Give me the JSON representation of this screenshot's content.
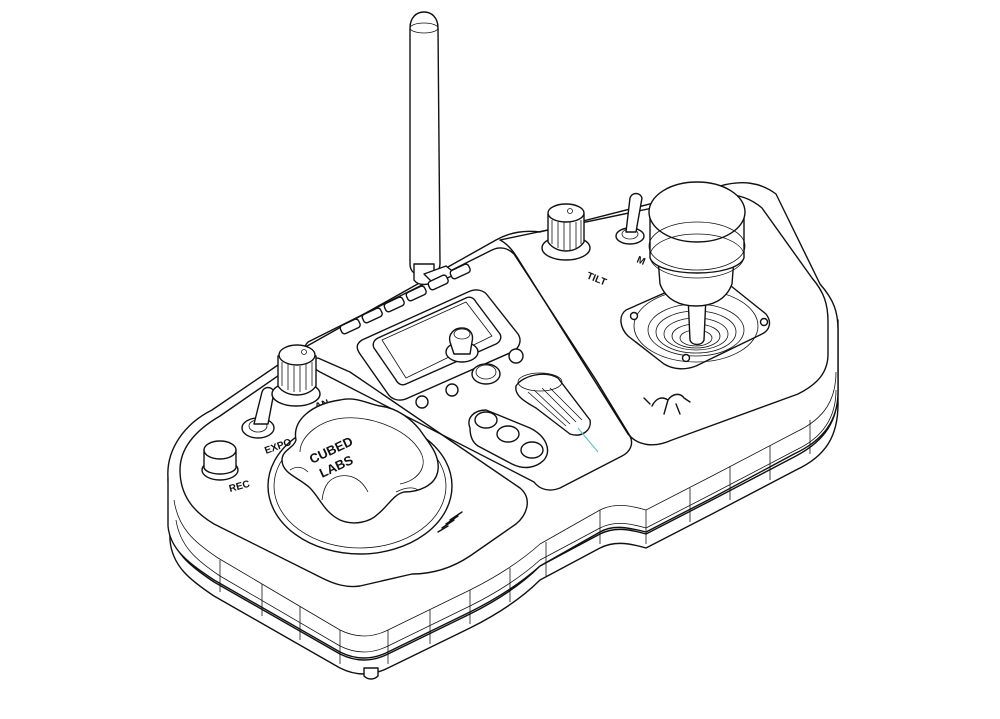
{
  "device": {
    "brand_logo": [
      "CUBED",
      "LABS"
    ],
    "labels": {
      "rec": "REC",
      "expo": "EXPO",
      "pan": "AN",
      "tilt": "TILT",
      "mode": "M"
    }
  },
  "colors": {
    "line": "#111111",
    "background": "#ffffff",
    "accent_leader": "#5fc6c9"
  },
  "icons": [
    "kangaroo-icon",
    "speaker-grille-icon"
  ]
}
